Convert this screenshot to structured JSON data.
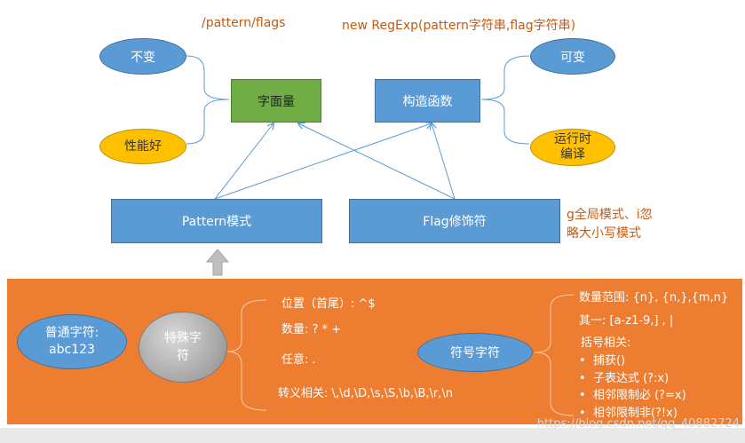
{
  "captions": {
    "literal_syntax": "/pattern/flags",
    "constructor_syntax": "new RegExp(pattern字符串,flag字符串)"
  },
  "nodes": {
    "immutable": "不变",
    "performance": "性能好",
    "literal": "字面量",
    "constructor": "构造函数",
    "mutable": "可变",
    "runtime_line1": "运行时",
    "runtime_line2": "编译",
    "pattern": "Pattern模式",
    "flag": "Flag修饰符"
  },
  "flag_note": {
    "line1": "g全局模式、i忽",
    "line2": "略大小写模式"
  },
  "panel": {
    "ordinary_chars_line1": "普通字符:",
    "ordinary_chars_line2": "abc123",
    "special_chars_line1": "特殊字",
    "special_chars_line2": "符",
    "position": "位置（首尾）: ^$",
    "quantity": "数量: ? * +",
    "any": "任意: .",
    "escape": "转义相关: \\,\\d,\\D,\\s,\\S,\\b,\\B,\\r,\\n",
    "symbol_chars": "符号字符",
    "range": "数量范围: {n}, {n,},{m,n}",
    "one_of": "其一: [a-z1-9,] , |",
    "brackets_title": "括号相关:",
    "brackets": [
      "捕获()",
      "子表达式 (?:x)",
      "相邻限制必 (?=x)",
      "相邻限制非(?!x)"
    ]
  },
  "watermark": "https://blog.csdn.net/qq_40882724",
  "colors": {
    "blue": "#5b9bd5",
    "green": "#70ad47",
    "yellow": "#ffc000",
    "orange": "#ed7d31",
    "gray": "#a5a5a5",
    "caption": "#c55a11"
  }
}
